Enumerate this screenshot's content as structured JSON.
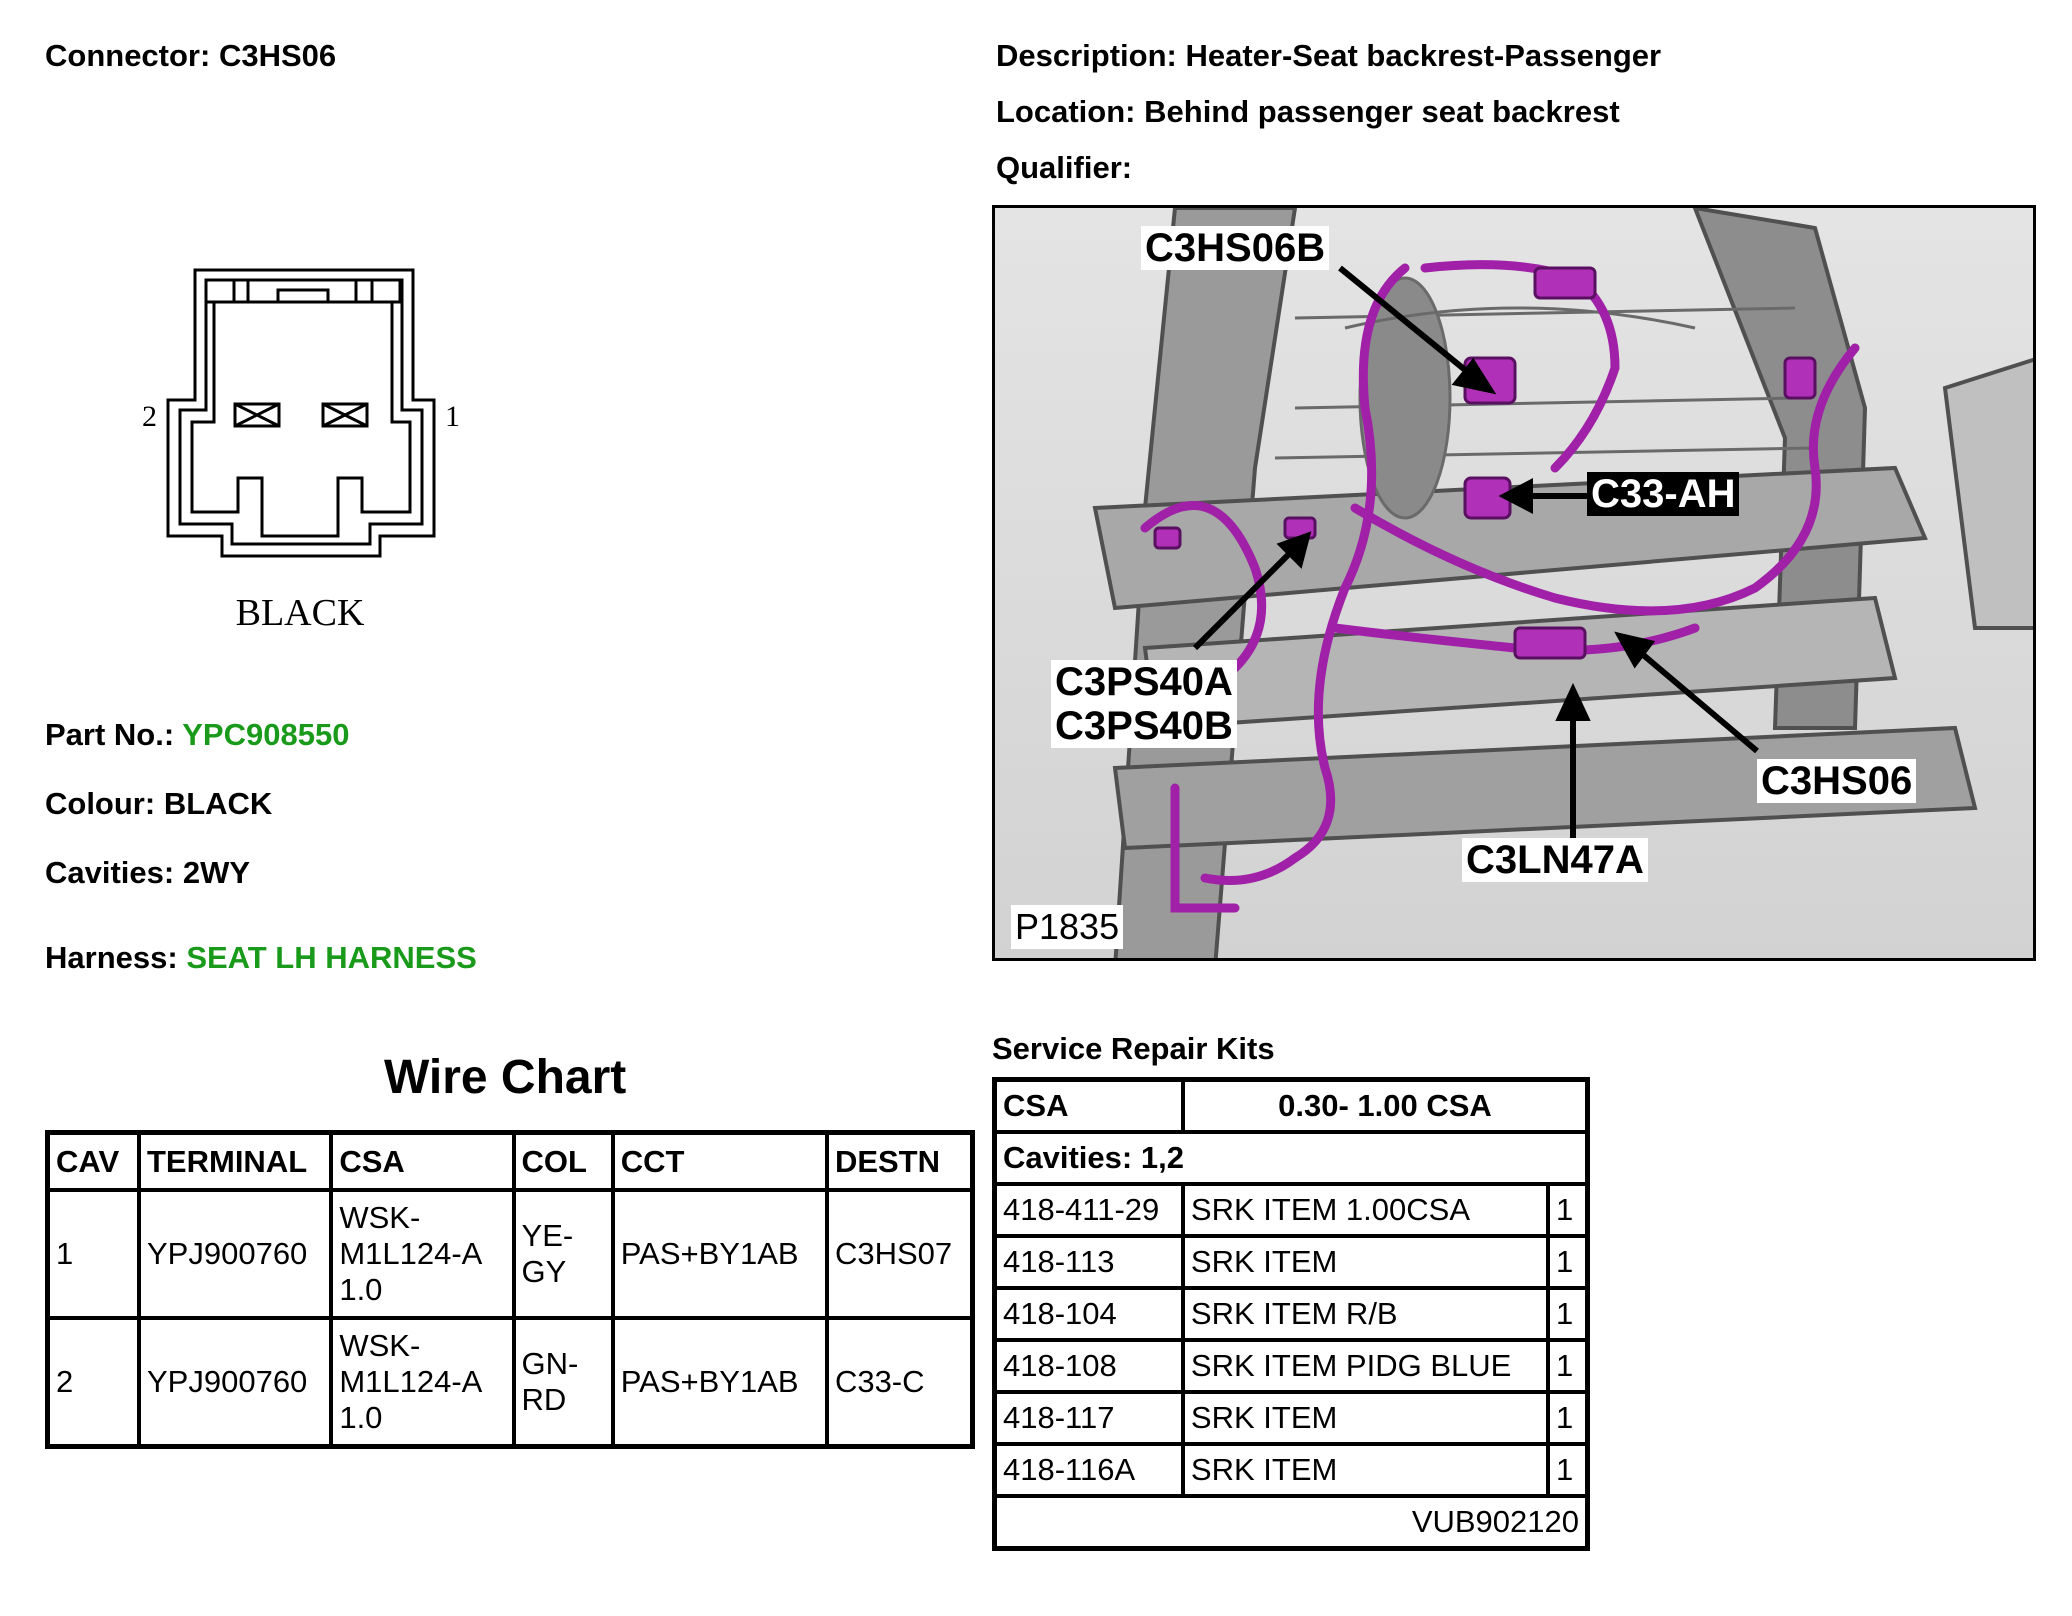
{
  "connector": {
    "label": "Connector:",
    "value": "C3HS06"
  },
  "description": {
    "label": "Description:",
    "value": "Heater-Seat backrest-Passenger"
  },
  "location": {
    "label": "Location:",
    "value": "Behind passenger seat backrest"
  },
  "qualifier": {
    "label": "Qualifier:",
    "value": ""
  },
  "diagram": {
    "pin_left": "2",
    "pin_right": "1",
    "colour_label": "BLACK"
  },
  "part_no": {
    "label": "Part No.:",
    "value": "YPC908550"
  },
  "colour": {
    "label": "Colour:",
    "value": "BLACK"
  },
  "cavities": {
    "label": "Cavities:",
    "value": "2WY"
  },
  "harness": {
    "label": "Harness:",
    "value": "SEAT LH HARNESS"
  },
  "photo": {
    "ref": "P1835",
    "callouts": {
      "c3hs06b": "C3HS06B",
      "c33ah": "C33-AH",
      "c3ps40a": "C3PS40A",
      "c3ps40b": "C3PS40B",
      "c3hs06": "C3HS06",
      "c3ln47a": "C3LN47A"
    }
  },
  "wire_chart": {
    "title": "Wire Chart",
    "headers": [
      "CAV",
      "TERMINAL",
      "CSA",
      "COL",
      "CCT",
      "DESTN"
    ],
    "rows": [
      {
        "cav": "1",
        "terminal": "YPJ900760",
        "csa": [
          "WSK-",
          "M1L124-A",
          "1.0"
        ],
        "col": [
          "YE-",
          "GY"
        ],
        "cct": "PAS+BY1AB",
        "destn": "C3HS07"
      },
      {
        "cav": "2",
        "terminal": "YPJ900760",
        "csa": [
          "WSK-",
          "M1L124-A",
          "1.0"
        ],
        "col": [
          "GN-",
          "RD"
        ],
        "cct": "PAS+BY1AB",
        "destn": "C33-C"
      }
    ]
  },
  "srk": {
    "title": "Service Repair Kits",
    "csa_label": "CSA",
    "csa_value": "0.30- 1.00 CSA",
    "cavities": "Cavities: 1,2",
    "items": [
      {
        "code": "418-411-29",
        "name": "SRK ITEM 1.00CSA",
        "qty": "1"
      },
      {
        "code": "418-113",
        "name": "SRK ITEM",
        "qty": "1"
      },
      {
        "code": "418-104",
        "name": "SRK ITEM R/B",
        "qty": "1"
      },
      {
        "code": "418-108",
        "name": "SRK ITEM PIDG BLUE",
        "qty": "1"
      },
      {
        "code": "418-117",
        "name": "SRK ITEM",
        "qty": "1"
      },
      {
        "code": "418-116A",
        "name": "SRK ITEM",
        "qty": "1"
      }
    ],
    "footer": "VUB902120"
  },
  "colors": {
    "link_green": "#1a9a1a",
    "harness_purple": "#a020a8"
  }
}
